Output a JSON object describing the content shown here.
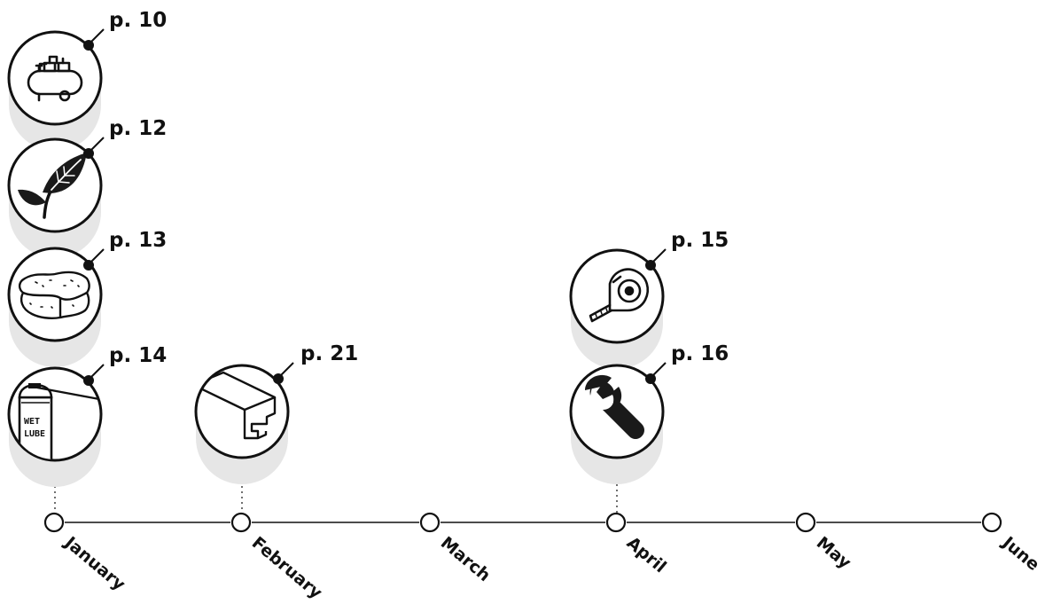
{
  "months": [
    {
      "name": "January"
    },
    {
      "name": "February"
    },
    {
      "name": "March"
    },
    {
      "name": "April"
    },
    {
      "name": "May"
    },
    {
      "name": "June"
    }
  ],
  "items": [
    {
      "page": "p. 10",
      "icon": "air-compressor-icon",
      "month": "January"
    },
    {
      "page": "p. 12",
      "icon": "leaf-icon",
      "month": "January"
    },
    {
      "page": "p. 13",
      "icon": "sponge-icon",
      "month": "January"
    },
    {
      "page": "p. 14",
      "icon": "wet-lube-can-icon",
      "month": "January",
      "icon_text": [
        "WET",
        "LUBE"
      ]
    },
    {
      "page": "p. 21",
      "icon": "rim-profile-icon",
      "month": "February"
    },
    {
      "page": "p. 15",
      "icon": "tape-measure-icon",
      "month": "April"
    },
    {
      "page": "p. 16",
      "icon": "wrench-icon",
      "month": "April"
    }
  ],
  "colors": {
    "line": "#111111",
    "shadow": "#e6e6e6",
    "background": "#ffffff"
  }
}
